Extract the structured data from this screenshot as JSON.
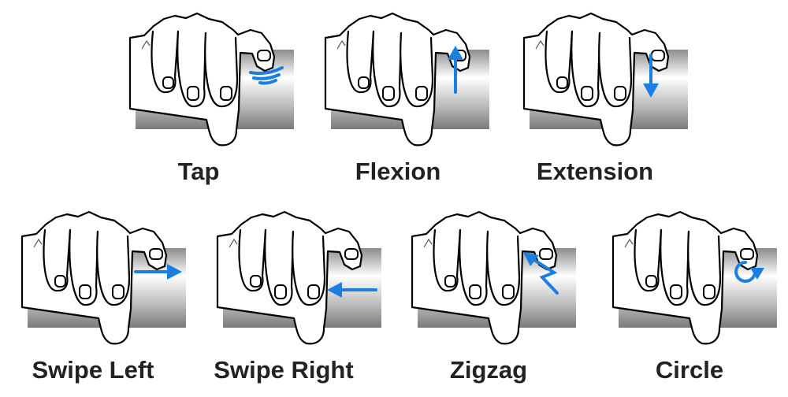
{
  "gestures": [
    {
      "label": "Tap",
      "motion": "tap"
    },
    {
      "label": "Flexion",
      "motion": "up"
    },
    {
      "label": "Extension",
      "motion": "down"
    },
    {
      "label": "Swipe Left",
      "motion": "right-arrow"
    },
    {
      "label": "Swipe Right",
      "motion": "left-arrow"
    },
    {
      "label": "Zigzag",
      "motion": "zigzag"
    },
    {
      "label": "Circle",
      "motion": "circle"
    }
  ],
  "colors": {
    "arrow": "#1a7fe0"
  }
}
